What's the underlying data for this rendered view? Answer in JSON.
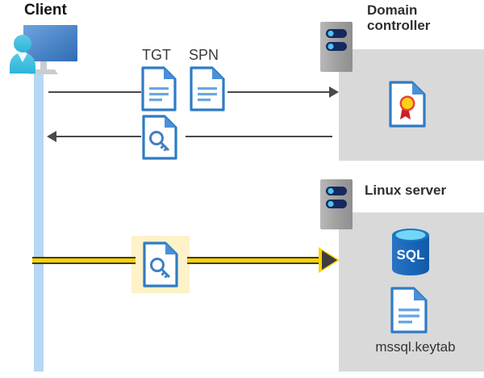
{
  "diagram": {
    "title_client": "Client",
    "title_domain_controller": "Domain\ncontroller",
    "title_domain_controller_line1": "Domain",
    "title_domain_controller_line2": "controller",
    "title_linux_server": "Linux server",
    "keytab_file": "mssql.keytab",
    "label_tgt": "TGT",
    "label_spn": "SPN",
    "sql_label": "SQL"
  },
  "icons": {
    "client": "user-monitor-icon",
    "tgt_doc": "document-icon",
    "spn_doc": "document-icon",
    "ticket_key_doc": "document-key-icon",
    "service_ticket_doc": "document-key-icon",
    "certificate": "certificate-document-icon",
    "server_dc": "server-rack-icon",
    "server_linux": "server-rack-icon",
    "sql_database": "sql-database-icon",
    "keytab_doc": "document-icon"
  },
  "flows": [
    {
      "name": "request-tgt-spn",
      "direction": "client-to-domain-controller",
      "labels": [
        "TGT",
        "SPN"
      ],
      "style": "solid-gray-arrow"
    },
    {
      "name": "receive-service-ticket",
      "direction": "domain-controller-to-client",
      "labels": [],
      "style": "solid-gray-arrow"
    },
    {
      "name": "present-service-ticket",
      "direction": "client-to-linux-server",
      "labels": [],
      "style": "highlighted-yellow-arrow"
    }
  ],
  "colors": {
    "panel_gray": "#d9d9d9",
    "lifeline_blue": "#b6d7f5",
    "accent_yellow": "#ffd400",
    "highlight_yellow": "#fdf2c8",
    "doc_blue": "#3f7fc4",
    "sql_blue": "#1f6fc4",
    "line_gray": "#4a4a4a",
    "title_text": "#2f2f2f"
  }
}
